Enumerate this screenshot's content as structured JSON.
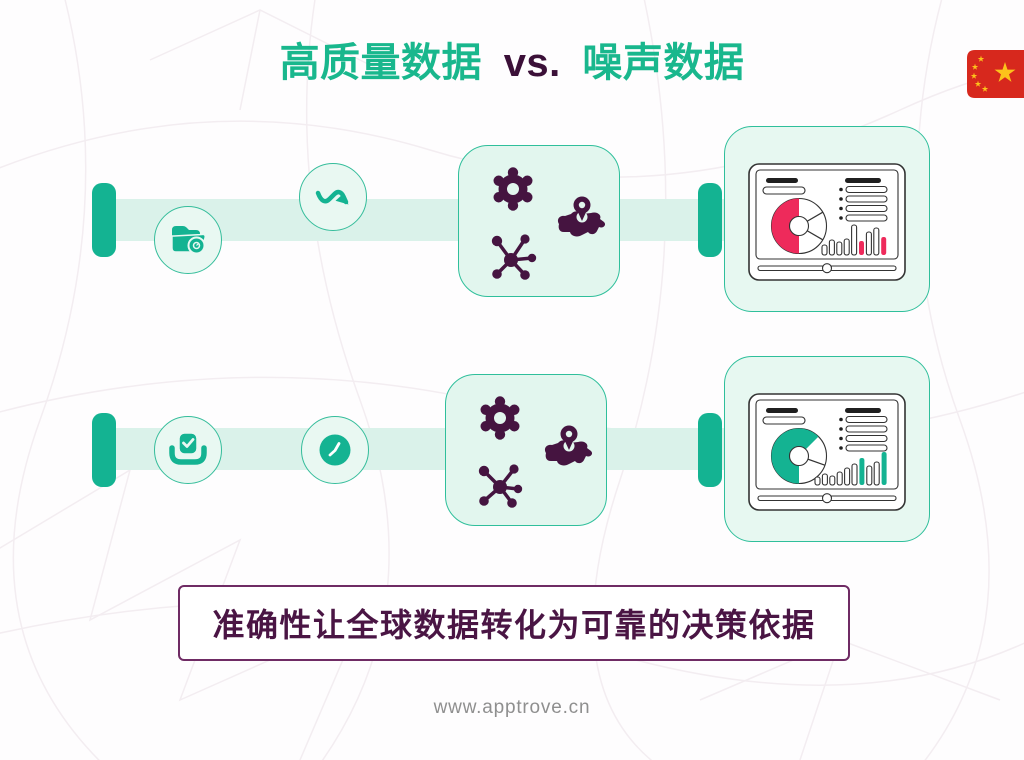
{
  "title": {
    "highlight_left": "高质量数据",
    "vs": "vs.",
    "highlight_right": "噪声数据"
  },
  "flag": {
    "country": "china"
  },
  "banner": {
    "text": "准确性让全球数据转化为可靠的决策依据"
  },
  "footer": {
    "url": "www.apptrove.cn"
  },
  "colors": {
    "teal": "#14b392",
    "teal_border": "#2fbf9b",
    "band_teal": "#daf2ea",
    "box_mint": "#e2f6ee",
    "circle_mint": "#e9f8f2",
    "icon_purple": "#451440",
    "title_green": "#19b78d",
    "title_purple": "#3b1038",
    "accent_pink": "#ee2a5b",
    "banner_border": "#6f2b64",
    "banner_text": "#4a1544",
    "flag_red": "#d7281d",
    "flag_yellow": "#fcc21b",
    "footer_gray": "#8f8f8f",
    "outline_dark": "#333333"
  },
  "flow_rows": [
    {
      "id": "row-1",
      "stage_icons": [
        "open-folder",
        "trend-zigzag",
        "gear",
        "map-pin",
        "network-nodes"
      ],
      "dashboard": {
        "variant": "noisy",
        "donut_accent_fraction": 0.5,
        "bars": {
          "heights": [
            10,
            15,
            13,
            16,
            30,
            14,
            23,
            27,
            18
          ],
          "accent_indices": [
            5,
            8
          ],
          "accent": "#ee2a5b"
        }
      }
    },
    {
      "id": "row-2",
      "stage_icons": [
        "inbox-check",
        "clock",
        "gear",
        "map-pin",
        "network-nodes"
      ],
      "dashboard": {
        "variant": "clean",
        "donut_accent_fraction": 0.65,
        "bars": {
          "heights": [
            8,
            11,
            9,
            13,
            17,
            21,
            27,
            19,
            23,
            33
          ],
          "accent_indices": [
            6,
            9
          ],
          "accent": "#14b392"
        }
      }
    }
  ]
}
